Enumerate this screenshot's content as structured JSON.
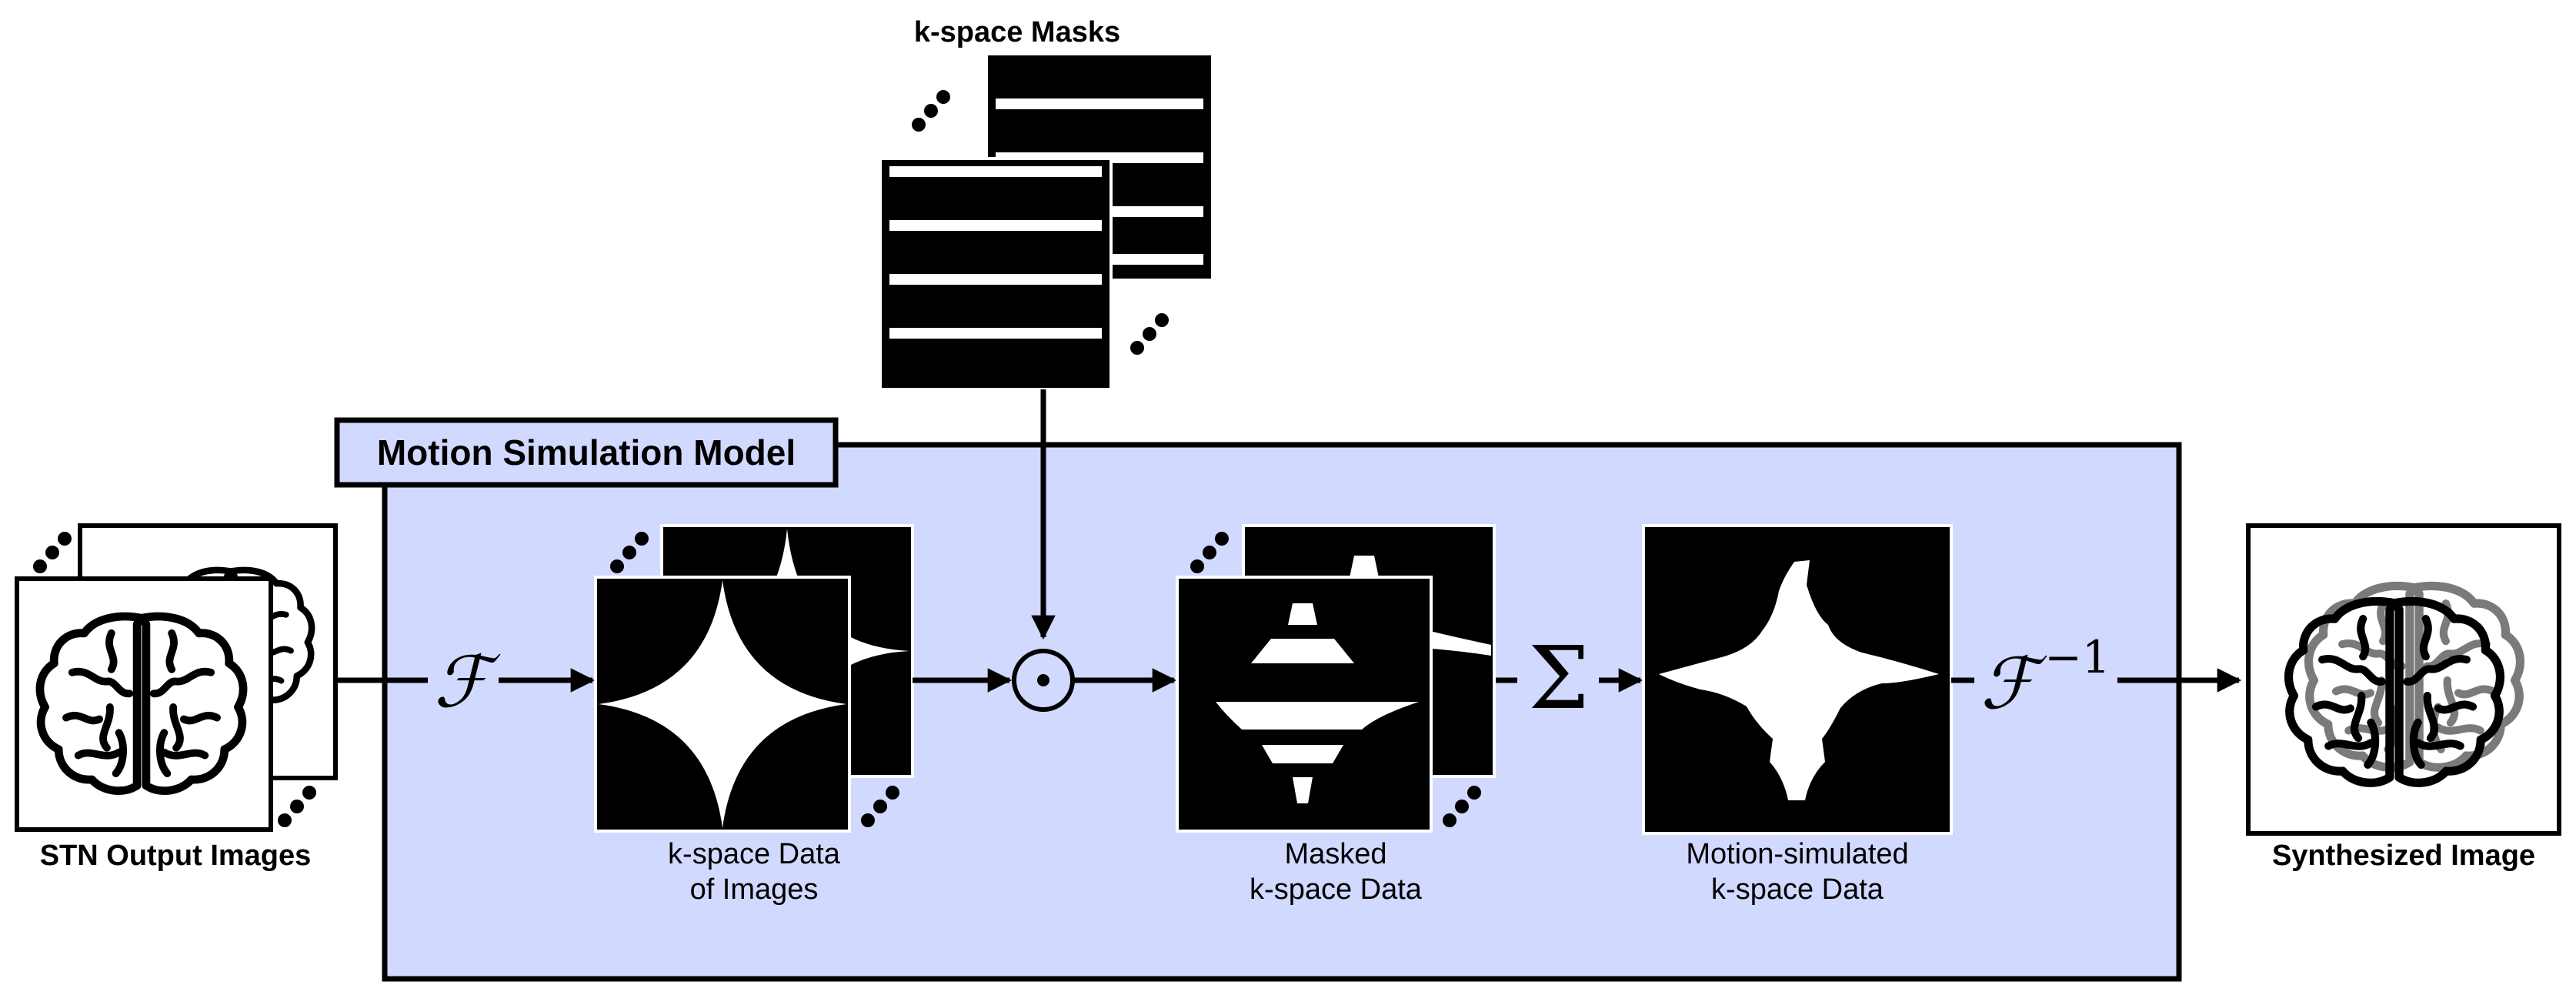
{
  "labels": {
    "kspace_masks": "k-space Masks",
    "model_title": "Motion Simulation Model",
    "stn_output": "STN Output Images",
    "kspace_data_line1": "k-space Data",
    "kspace_data_line2": "of Images",
    "masked_line1": "Masked",
    "masked_line2": "k-space Data",
    "motion_line1": "Motion-simulated",
    "motion_line2": "k-space Data",
    "synthesized": "Synthesized Image"
  },
  "operators": {
    "fourier": "ℱ",
    "hadamard": "⊙",
    "sum": "Σ",
    "inverse_fourier": "ℱ",
    "inverse_exponent": "−1"
  },
  "icons": [
    "brain-icon",
    "kspace-star-icon",
    "mask-stripes-icon",
    "ellipsis-icon",
    "arrow-icon"
  ],
  "colors": {
    "model_fill": "#d2d9ff",
    "stroke": "#000000",
    "gray_brain": "#7a7a7a"
  }
}
